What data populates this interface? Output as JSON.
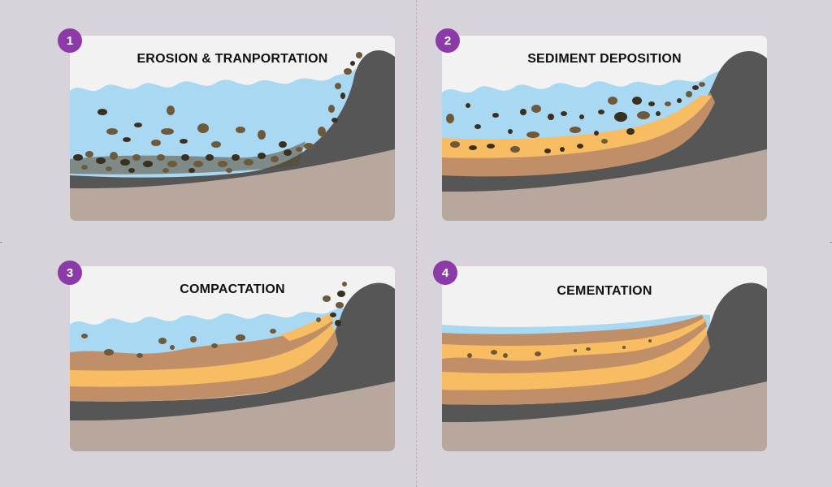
{
  "colors": {
    "background": "#d8d2da",
    "badge": "#8b3aa8",
    "water": "#a9d8f2",
    "rock": "#565656",
    "bedrock": "#b8a79c",
    "sand": "#f8bd62",
    "mud": "#c08f67",
    "pebble_dark": "#3b2f1f",
    "pebble_olive": "#6e5a3a"
  },
  "panels": [
    {
      "step": "1",
      "title": "EROSION & TRANPORTATION"
    },
    {
      "step": "2",
      "title": "SEDIMENT DEPOSITION"
    },
    {
      "step": "3",
      "title": "COMPACTATION"
    },
    {
      "step": "4",
      "title": "CEMENTATION"
    }
  ]
}
